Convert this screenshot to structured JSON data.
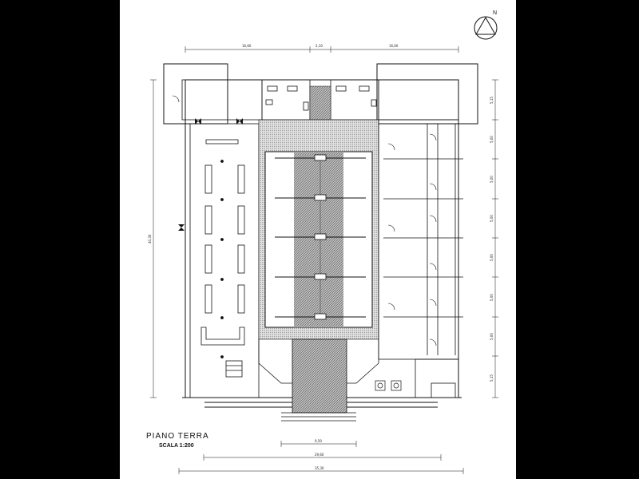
{
  "drawing": {
    "title": "PIANO TERRA",
    "scale": "SCALA 1:200",
    "north": "N"
  },
  "dimensions": {
    "top_left": "16,60",
    "top_mid": "2,10",
    "top_right": "16,60",
    "left_total": "40,30",
    "right_1": "5,15",
    "right_2": "5,00",
    "right_3": "5,00",
    "right_4": "5,00",
    "right_5": "5,00",
    "right_6": "5,00",
    "right_7": "5,00",
    "right_8": "5,15",
    "bottom_1": "9,50",
    "bottom_2": "29,60",
    "bottom_3": "35,30"
  }
}
